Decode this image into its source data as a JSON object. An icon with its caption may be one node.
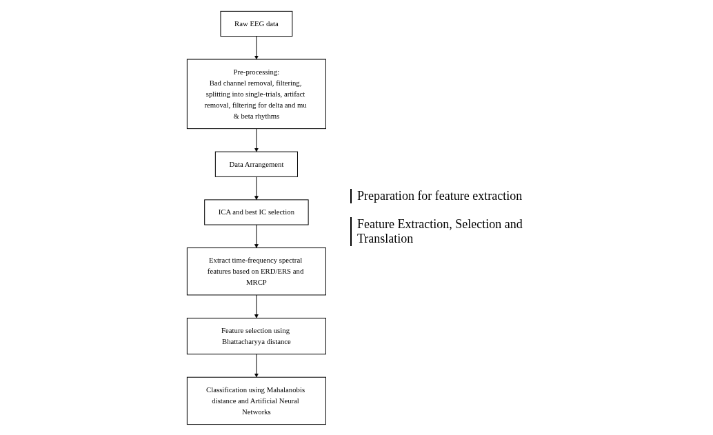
{
  "diagram": {
    "nodes": [
      {
        "text": [
          "Raw EEG data"
        ]
      },
      {
        "text": [
          "Pre-processing:",
          "Bad channel removal, filtering, splitting into single-trials, artifact removal, filtering for delta and mu & beta rhythms"
        ]
      },
      {
        "text": [
          "Data Arrangement"
        ]
      },
      {
        "text": [
          "ICA and best IC selection"
        ]
      },
      {
        "text": [
          "Classification using Mahalanobis distance and Artificial Neural Networks"
        ]
      },
      {
        "text": [
          "Feature selection using Bhattacharyya distance"
        ]
      },
      {
        "text": [
          "Extract time-frequency spectral features based on ERD/ERS and MRCP"
        ]
      }
    ],
    "edges": [
      {
        "from": 0,
        "to": 1,
        "arrow": "to"
      },
      {
        "from": 1,
        "to": 2,
        "arrow": "to"
      },
      {
        "from": 2,
        "to": 3,
        "arrow": "to"
      },
      {
        "from": 3,
        "to": 6,
        "arrow": "to"
      },
      {
        "from": 6,
        "to": 5,
        "arrow": "to"
      },
      {
        "from": 5,
        "to": 4,
        "arrow": "to"
      }
    ],
    "labels": [
      "Preparation for feature extraction",
      "Feature Extraction, Selection and Translation"
    ]
  }
}
